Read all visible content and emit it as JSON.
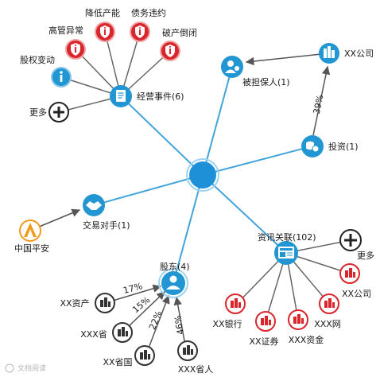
{
  "center": {
    "label": ""
  },
  "hubs": {
    "operations": {
      "label": "经营事件(6)"
    },
    "guaranteed": {
      "label": "被担保人(1)"
    },
    "investment": {
      "label": "投资(1)"
    },
    "counterparty": {
      "label": "交易对手(1)"
    },
    "news": {
      "label": "资讯关联(102)"
    },
    "shareholders": {
      "label": "股东(4)"
    }
  },
  "operations_events": [
    {
      "label": "股权变动",
      "type": "info",
      "color": "#2196D3"
    },
    {
      "label": "高管异常",
      "type": "alert",
      "color": "#D9262C"
    },
    {
      "label": "降低产能",
      "type": "alert",
      "color": "#D9262C"
    },
    {
      "label": "债务违约",
      "type": "alert",
      "color": "#D9262C"
    },
    {
      "label": "破产倒闭",
      "type": "alert",
      "color": "#D9262C"
    },
    {
      "label": "更多",
      "type": "more",
      "color": "#222222"
    }
  ],
  "investment_target": {
    "label": "XX公司",
    "percent": "39%"
  },
  "counterparty_entity": {
    "label": "中国平安"
  },
  "shareholder_list": [
    {
      "label": "XX资产",
      "percent": "17%"
    },
    {
      "label": "XXX省",
      "percent": "15%"
    },
    {
      "label": "XX省国",
      "percent": "22%"
    },
    {
      "label": "XXX省人",
      "percent": "46%"
    }
  ],
  "news_related": [
    {
      "label": "更多",
      "type": "more"
    },
    {
      "label": "XX公司",
      "type": "company"
    },
    {
      "label": "XXX网",
      "type": "company"
    },
    {
      "label": "XXX资金",
      "type": "company"
    },
    {
      "label": "XX证券",
      "type": "company"
    },
    {
      "label": "XX银行",
      "type": "company"
    }
  ],
  "watermark": "文档阅读",
  "colors": {
    "primary": "#2196D3",
    "alert": "#D9262C",
    "orange": "#F39A1B",
    "dark": "#222222",
    "gray": "#555555"
  }
}
